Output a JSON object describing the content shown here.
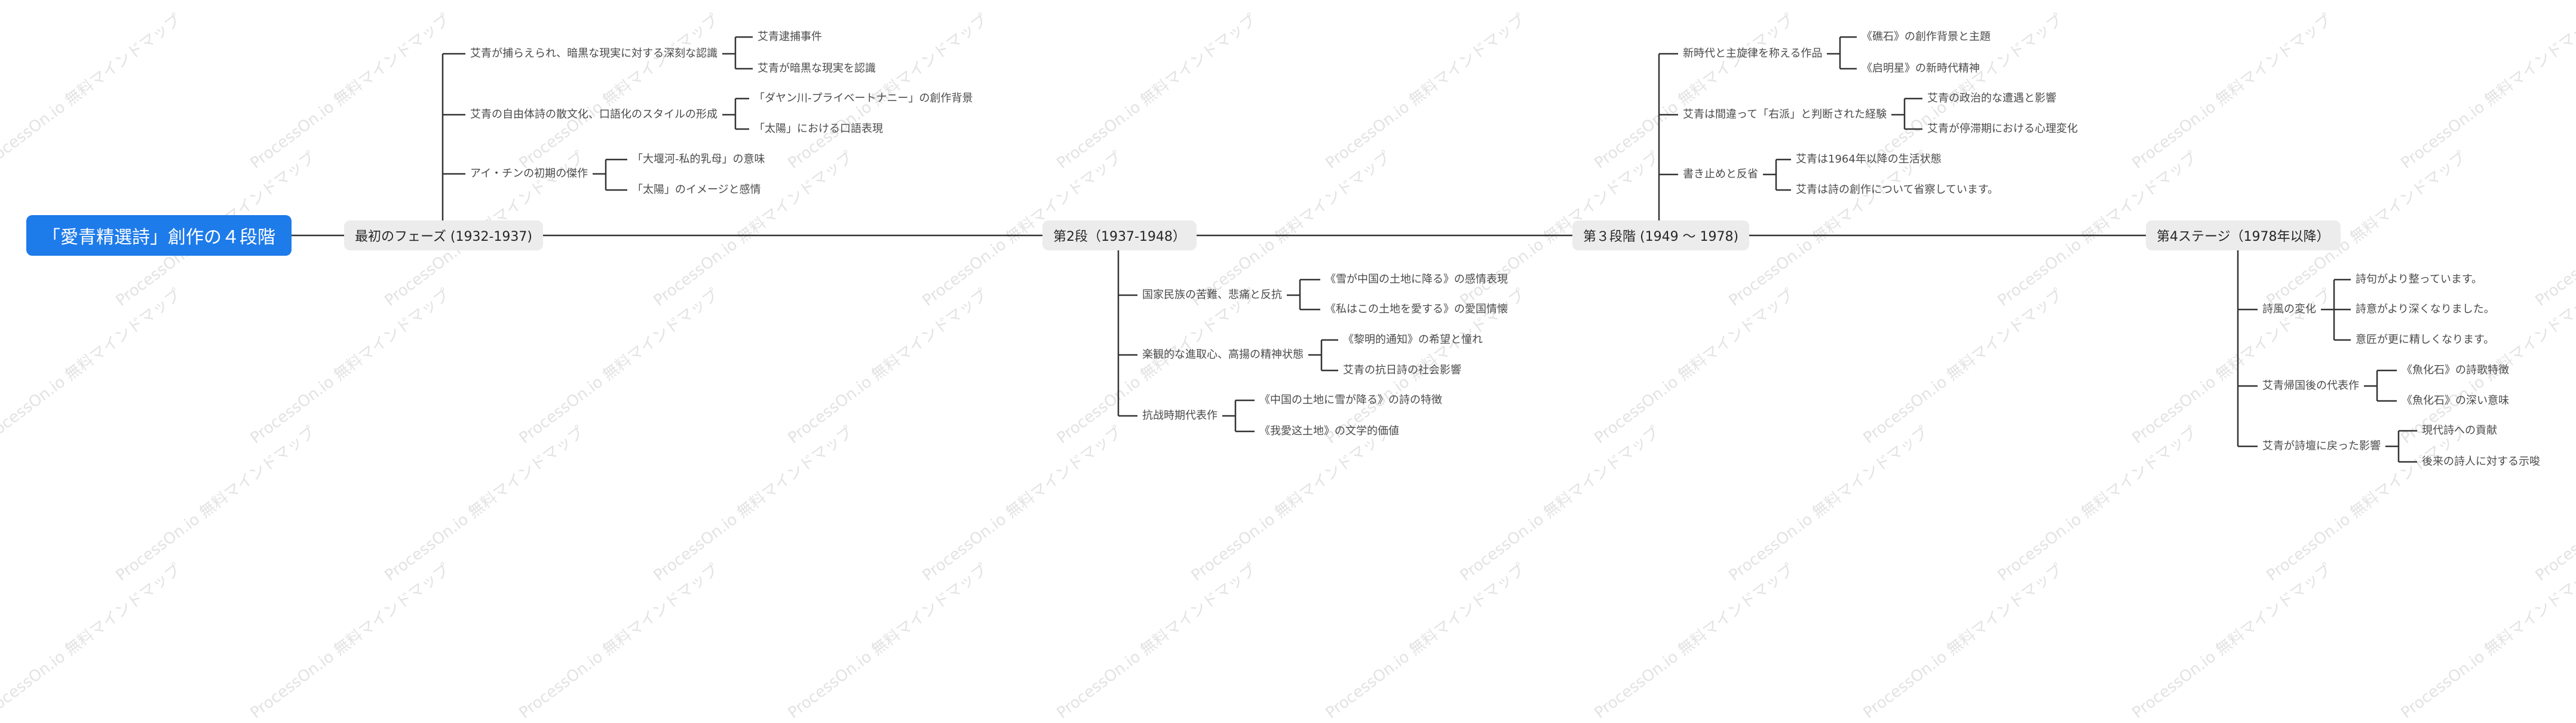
{
  "watermark": "ProcessOn.io 無料マインドマップ",
  "root": {
    "label": "「愛青精選詩」創作の４段階"
  },
  "stages": [
    {
      "label": "最初のフェーズ (1932-1937)",
      "children": [
        {
          "label": "艾青が捕らえられ、暗黒な現実に対する深刻な認識",
          "children": [
            {
              "label": "艾青逮捕事件"
            },
            {
              "label": "艾青が暗黒な現実を認識"
            }
          ]
        },
        {
          "label": "艾青の自由体詩の散文化、口語化のスタイルの形成",
          "children": [
            {
              "label": "「ダヤン川-プライベートナニー」の創作背景"
            },
            {
              "label": "「太陽」における口語表現"
            }
          ]
        },
        {
          "label": "アイ・チンの初期の傑作",
          "children": [
            {
              "label": "「大堰河-私的乳母」の意味"
            },
            {
              "label": "「太陽」のイメージと感情"
            }
          ]
        }
      ]
    },
    {
      "label": "第2段（1937-1948）",
      "children": [
        {
          "label": "国家民族の苦難、悲痛と反抗",
          "children": [
            {
              "label": "《雪が中国の土地に降る》の感情表現"
            },
            {
              "label": "《私はこの土地を愛する》の愛国情懐"
            }
          ]
        },
        {
          "label": "楽観的な進取心、高揚の精神状態",
          "children": [
            {
              "label": "《黎明的通知》の希望と憧れ"
            },
            {
              "label": "艾青の抗日詩の社会影響"
            }
          ]
        },
        {
          "label": "抗战時期代表作",
          "children": [
            {
              "label": "《中国の土地に雪が降る》の詩の特徴"
            },
            {
              "label": "《我愛这土地》の文学的価値"
            }
          ]
        }
      ]
    },
    {
      "label": "第３段階 (1949 ～ 1978)",
      "children": [
        {
          "label": "新時代と主旋律を称える作品",
          "children": [
            {
              "label": "《礁石》の創作背景と主題"
            },
            {
              "label": "《启明星》の新時代精神"
            }
          ]
        },
        {
          "label": "艾青は間違って「右派」と判断された経験",
          "children": [
            {
              "label": "艾青の政治的な遭遇と影響"
            },
            {
              "label": "艾青が停滞期における心理変化"
            }
          ]
        },
        {
          "label": "書き止めと反省",
          "children": [
            {
              "label": "艾青は1964年以降の生活状態"
            },
            {
              "label": "艾青は詩の創作について省察しています。"
            }
          ]
        }
      ]
    },
    {
      "label": "第4ステージ（1978年以降）",
      "children": [
        {
          "label": "詩風の変化",
          "children": [
            {
              "label": "詩句がより整っています。"
            },
            {
              "label": "詩意がより深くなりました。"
            },
            {
              "label": "意匠が更に精しくなります。"
            }
          ]
        },
        {
          "label": "艾青帰国後の代表作",
          "children": [
            {
              "label": "《魚化石》の詩歌特徴"
            },
            {
              "label": "《魚化石》の深い意味"
            }
          ]
        },
        {
          "label": "艾青が詩壇に戻った影響",
          "children": [
            {
              "label": "現代詩への貢献"
            },
            {
              "label": "後来の詩人に対する示唆"
            }
          ]
        }
      ]
    }
  ]
}
